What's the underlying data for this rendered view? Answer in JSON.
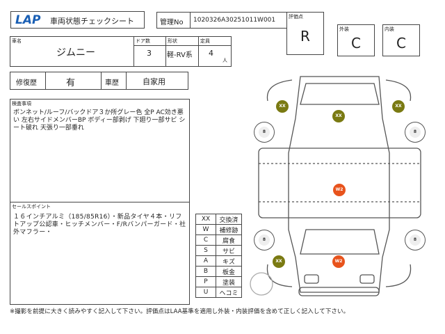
{
  "header": {
    "logo": "LAP",
    "title": "車両状態チェックシート",
    "control_no_label": "管理No",
    "control_no": "1020326A30251011W001"
  },
  "grades": {
    "overall_label": "評価点",
    "overall": "R",
    "exterior_label": "外装",
    "exterior": "C",
    "interior_label": "内装",
    "interior": "C"
  },
  "vehicle": {
    "name_label": "車名",
    "name": "ジムニー",
    "doors_label": "ドア数",
    "doors": "3",
    "shape_label": "形状",
    "shape": "軽-RV系",
    "capacity_label": "定員",
    "capacity": "4",
    "capacity_unit": "人"
  },
  "history": {
    "repair_label": "修復歴",
    "repair": "有",
    "usage_label": "車歴",
    "usage": "自家用"
  },
  "inspection": {
    "label": "検査事項",
    "text": "ボンネット/ルーフ/バックドア３か所グレー色 全P AC効き悪い 左右サイドメンバーBP ボディー部剥げ 下廻り一部サビ シート破れ 天張り一部垂れ"
  },
  "sales": {
    "label": "セールスポイント",
    "text": "１６インチアルミ（185/85R16）・新品タイヤ４本・リフトアップ公認車・ヒッチメンバー・F/Rバンパーガード・社外マフラー・"
  },
  "legend": [
    {
      "code": "XX",
      "meaning": "交換済"
    },
    {
      "code": "W",
      "meaning": "補修跡"
    },
    {
      "code": "C",
      "meaning": "腐食"
    },
    {
      "code": "S",
      "meaning": "サビ"
    },
    {
      "code": "A",
      "meaning": "キズ"
    },
    {
      "code": "B",
      "meaning": "板金"
    },
    {
      "code": "P",
      "meaning": "塗装"
    },
    {
      "code": "U",
      "meaning": "ヘコミ"
    }
  ],
  "markers": {
    "xx": "XX",
    "w2": "W2",
    "tire": "8",
    "xx_color": "#7a7a12",
    "w2_color": "#e8531c"
  },
  "footer": "※撮影を前提に大きく読みやすく記入して下さい。評価点はLAA基準を適用し外装・内装評価を含めて正しく記入して下さい。"
}
